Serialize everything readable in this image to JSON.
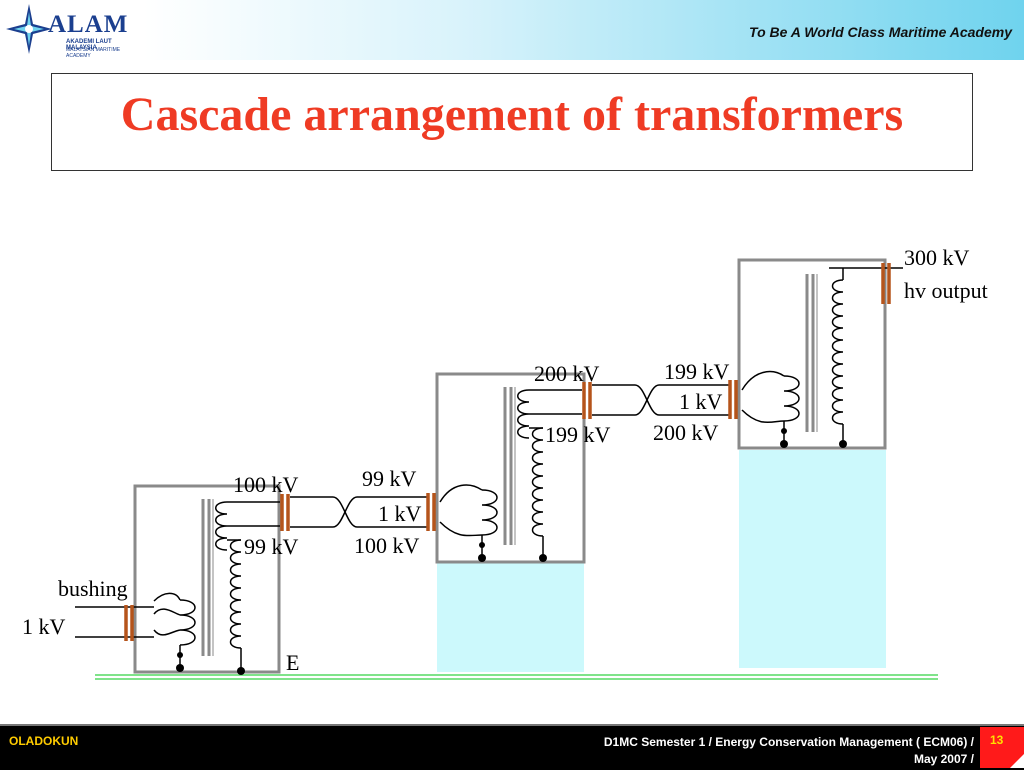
{
  "header": {
    "logo_text": "ALAM",
    "logo_sub1": "AKADEMI LAUT MALAYSIA",
    "logo_sub2": "MALAYSIAN MARITIME ACADEMY",
    "tagline": "To Be A World Class Maritime Academy"
  },
  "title": "Cascade arrangement of transformers",
  "diagram": {
    "labels": {
      "bushing": "bushing",
      "input_kv": "1 kV",
      "earth": "E",
      "s1_top": "100 kV",
      "s1_tap": "99 kV",
      "c1_top": "99 kV",
      "c1_mid": "1 kV",
      "c1_bot": "100 kV",
      "s2_top": "200 kV",
      "s2_tap": "199 kV",
      "c2_top": "199 kV",
      "c2_mid": "1 kV",
      "c2_bot": "200 kV",
      "output_kv": "300 kV",
      "output_label": "hv output"
    },
    "colors": {
      "tank": "#8a8a8a",
      "bushing": "#b5541b",
      "insulating_platform": "#ccf9fc",
      "ground": "#7fe38a"
    }
  },
  "footer": {
    "author": "OLADOKUN",
    "course_line1": "D1MC Semester 1 / Energy Conservation Management ( ECM06) /",
    "course_line2": "May 2007 /",
    "page": "13"
  }
}
